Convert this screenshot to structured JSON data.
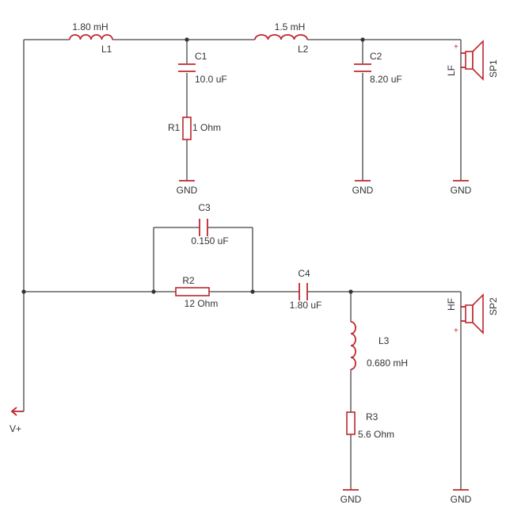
{
  "components": {
    "L1": {
      "ref": "L1",
      "value": "1.80 mH"
    },
    "L2": {
      "ref": "L2",
      "value": "1.5 mH"
    },
    "L3": {
      "ref": "L3",
      "value": "0.680 mH"
    },
    "C1": {
      "ref": "C1",
      "value": "10.0 uF"
    },
    "C2": {
      "ref": "C2",
      "value": "8.20 uF"
    },
    "C3": {
      "ref": "C3",
      "value": "0.150 uF"
    },
    "C4": {
      "ref": "C4",
      "value": "1.80 uF"
    },
    "R1": {
      "ref": "R1",
      "value": "1 Ohm"
    },
    "R2": {
      "ref": "R2",
      "value": "12 Ohm"
    },
    "R3": {
      "ref": "R3",
      "value": "5.6 Ohm"
    },
    "SP1": {
      "ref": "SP1",
      "label": "LF"
    },
    "SP2": {
      "ref": "SP2",
      "label": "HF"
    }
  },
  "ground_label": "GND",
  "plus_sign": "+",
  "supply_label": "V+"
}
